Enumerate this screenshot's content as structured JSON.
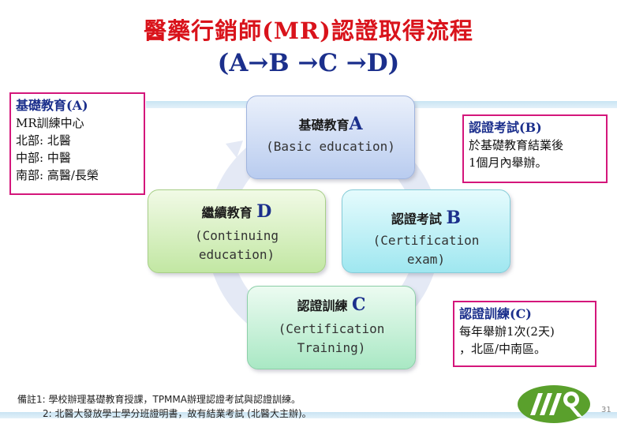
{
  "title": "醫藥行銷師(MR)認證取得流程",
  "subtitle": "(A→B →C →D)",
  "cycle": {
    "a": {
      "head": "基礎教育",
      "letter": "A",
      "en": "(Basic education)"
    },
    "b": {
      "head": "認證考試",
      "letter": "B",
      "en1": "(Certification",
      "en2": "exam)"
    },
    "c": {
      "head": "認證訓練",
      "letter": "C",
      "en1": "(Certification",
      "en2": "Training)"
    },
    "d": {
      "head": "繼續教育",
      "letter": "D",
      "en1": "(Continuing",
      "en2": "education)"
    }
  },
  "notes": {
    "a": {
      "title": "基礎教育(A)",
      "lines": [
        "MR訓練中心",
        "北部: 北醫",
        "中部: 中醫",
        "南部: 高醫/長榮"
      ]
    },
    "b": {
      "title": "認證考試(B)",
      "lines": [
        "於基礎教育結業後",
        "1個月內舉辦。"
      ]
    },
    "c": {
      "title": "認證訓練(C)",
      "lines": [
        "每年舉辦1次(2天)",
        "，北區/中南區。"
      ]
    }
  },
  "footnotes": {
    "line1": "備註1: 學校辦理基礎教育授課，TPMMA辦理認證考試與認證訓練。",
    "line2": "2: 北醫大發放學士學分班證明書，故有結業考試 (北醫大主辦)。"
  },
  "colors": {
    "title": "#d9131b",
    "subtitle": "#1b2f8c",
    "note_border": "#d4167b",
    "logo_green": "#5aa02c"
  },
  "page_number": "31"
}
